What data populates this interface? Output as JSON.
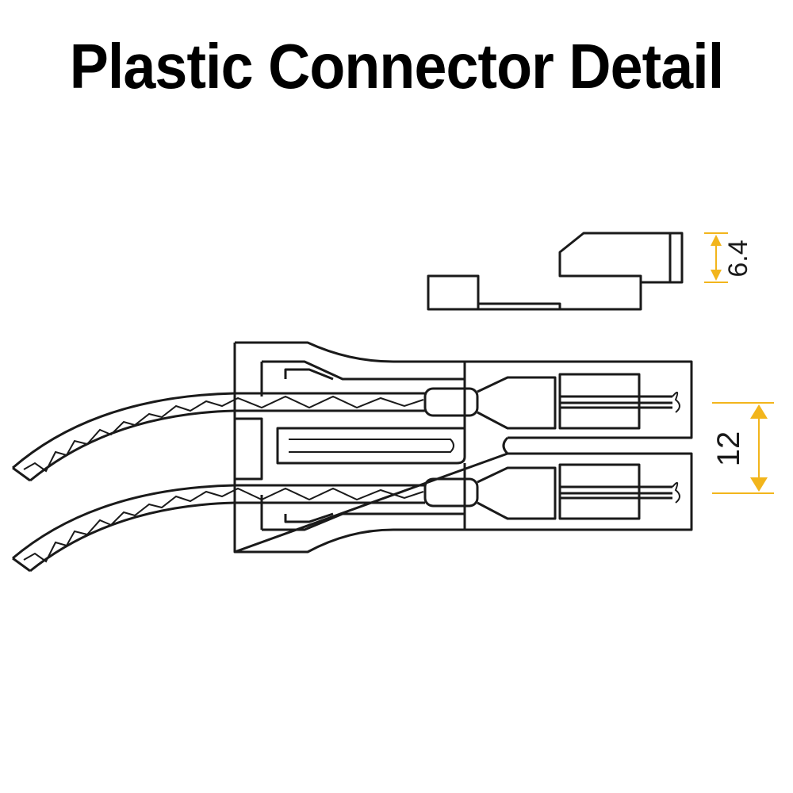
{
  "title": "Plastic Connector Detail",
  "colors": {
    "line": "#1a1a1a",
    "dimension": "#f2b51c",
    "background": "#ffffff"
  },
  "dimensions": {
    "height_label": "6.4",
    "pitch_label": "12"
  }
}
